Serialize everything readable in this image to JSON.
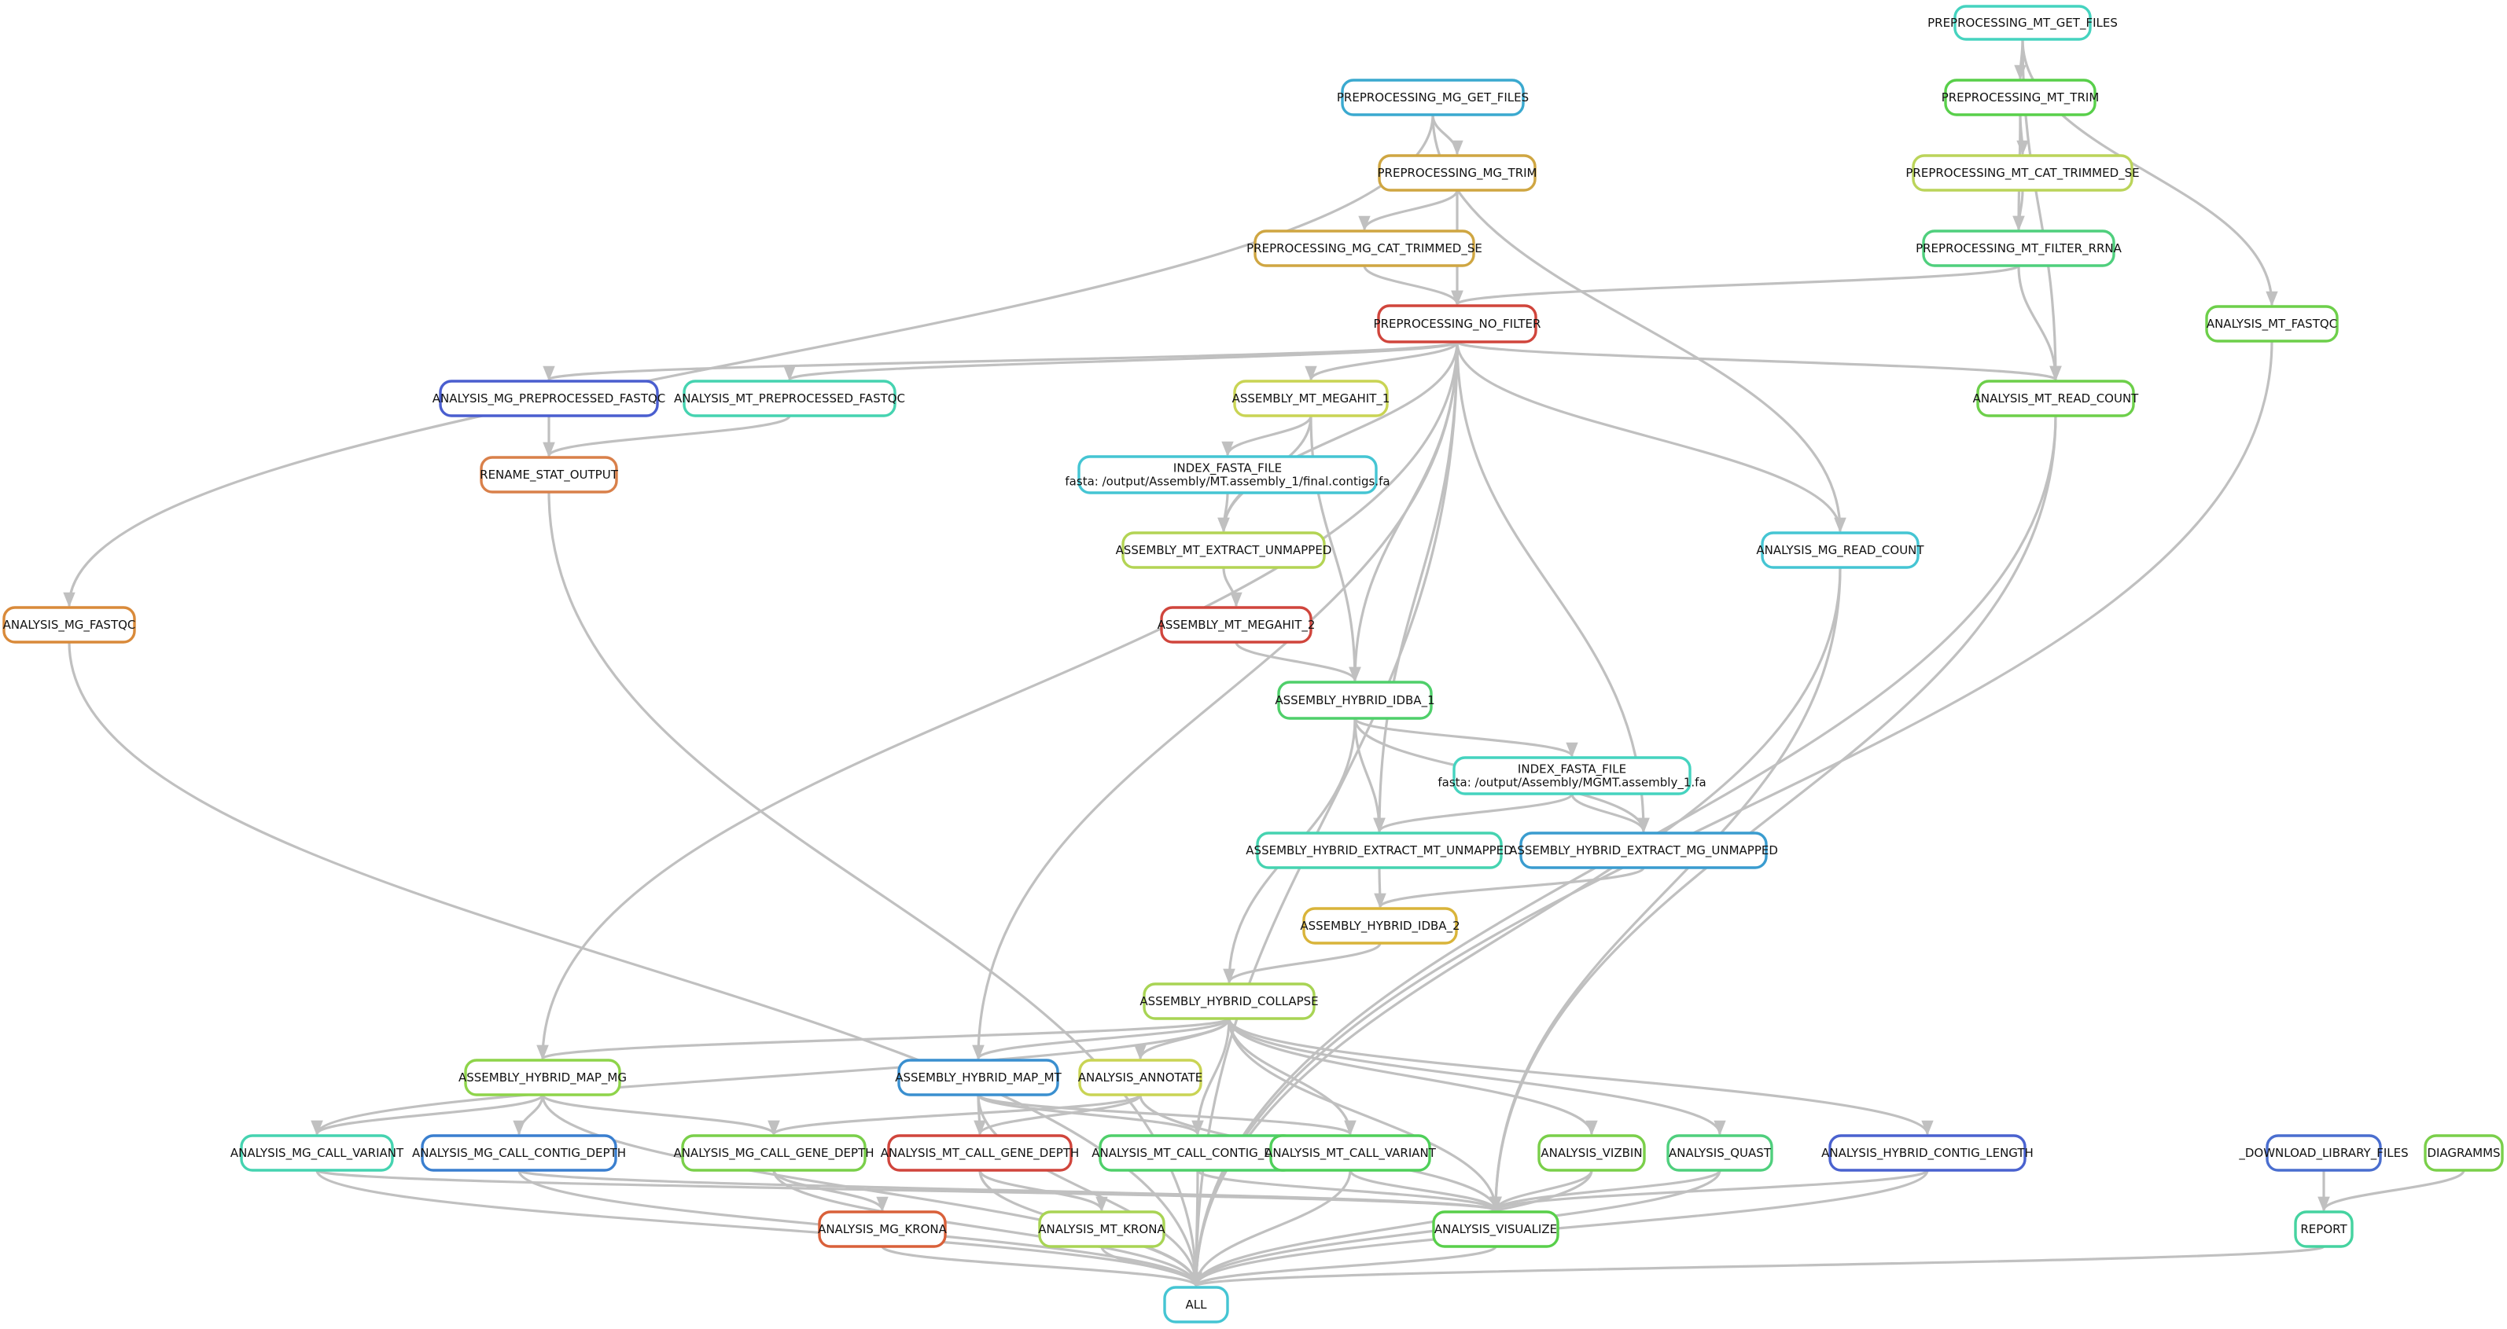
{
  "diagram": {
    "type": "workflow-dag",
    "nodes": [
      {
        "id": "pp_mt_get",
        "label": [
          "PREPROCESSING_MT_GET_FILES"
        ],
        "color": "#45d3bf"
      },
      {
        "id": "pp_mg_get",
        "label": [
          "PREPROCESSING_MG_GET_FILES"
        ],
        "color": "#3aa9cf"
      },
      {
        "id": "pp_mt_trim",
        "label": [
          "PREPROCESSING_MT_TRIM"
        ],
        "color": "#58cf4a"
      },
      {
        "id": "pp_mg_trim",
        "label": [
          "PREPROCESSING_MG_TRIM"
        ],
        "color": "#cfa642"
      },
      {
        "id": "pp_mt_cat",
        "label": [
          "PREPROCESSING_MT_CAT_TRIMMED_SE"
        ],
        "color": "#bbd45a"
      },
      {
        "id": "pp_mg_cat",
        "label": [
          "PREPROCESSING_MG_CAT_TRIMMED_SE"
        ],
        "color": "#cfa642"
      },
      {
        "id": "pp_mt_rrna",
        "label": [
          "PREPROCESSING_MT_FILTER_RRNA"
        ],
        "color": "#4fcf7d"
      },
      {
        "id": "pp_nofilter",
        "label": [
          "PREPROCESSING_NO_FILTER"
        ],
        "color": "#d0453c"
      },
      {
        "id": "an_mt_fastqc",
        "label": [
          "ANALYSIS_MT_FASTQC"
        ],
        "color": "#6dcf4a"
      },
      {
        "id": "an_mg_ppfastqc",
        "label": [
          "ANALYSIS_MG_PREPROCESSED_FASTQC"
        ],
        "color": "#4a5ecf"
      },
      {
        "id": "an_mt_ppfastqc",
        "label": [
          "ANALYSIS_MT_PREPROCESSED_FASTQC"
        ],
        "color": "#45d3b0"
      },
      {
        "id": "as_mt_megahit1",
        "label": [
          "ASSEMBLY_MT_MEGAHIT_1"
        ],
        "color": "#c9d454"
      },
      {
        "id": "an_mt_readcount",
        "label": [
          "ANALYSIS_MT_READ_COUNT"
        ],
        "color": "#6dcf4a"
      },
      {
        "id": "rename_stat",
        "label": [
          "RENAME_STAT_OUTPUT"
        ],
        "color": "#d9804a"
      },
      {
        "id": "index1",
        "label": [
          "INDEX_FASTA_FILE",
          "fasta: /output/Assembly/MT.assembly_1/final.contigs.fa"
        ],
        "color": "#45c5d3"
      },
      {
        "id": "an_mg_readcount",
        "label": [
          "ANALYSIS_MG_READ_COUNT"
        ],
        "color": "#45c5d3"
      },
      {
        "id": "as_mt_extract",
        "label": [
          "ASSEMBLY_MT_EXTRACT_UNMAPPED"
        ],
        "color": "#b3d454"
      },
      {
        "id": "an_mg_fastqc",
        "label": [
          "ANALYSIS_MG_FASTQC"
        ],
        "color": "#d98a3a"
      },
      {
        "id": "as_mt_megahit2",
        "label": [
          "ASSEMBLY_MT_MEGAHIT_2"
        ],
        "color": "#d0453c"
      },
      {
        "id": "as_hy_idba1",
        "label": [
          "ASSEMBLY_HYBRID_IDBA_1"
        ],
        "color": "#4fcf6a"
      },
      {
        "id": "index2",
        "label": [
          "INDEX_FASTA_FILE",
          "fasta: /output/Assembly/MGMT.assembly_1.fa"
        ],
        "color": "#45d3bf"
      },
      {
        "id": "as_hy_ext_mt",
        "label": [
          "ASSEMBLY_HYBRID_EXTRACT_MT_UNMAPPED"
        ],
        "color": "#45d3b0"
      },
      {
        "id": "as_hy_ext_mg",
        "label": [
          "ASSEMBLY_HYBRID_EXTRACT_MG_UNMAPPED"
        ],
        "color": "#3a9ccf"
      },
      {
        "id": "as_hy_idba2",
        "label": [
          "ASSEMBLY_HYBRID_IDBA_2"
        ],
        "color": "#d9b43a"
      },
      {
        "id": "as_hy_collapse",
        "label": [
          "ASSEMBLY_HYBRID_COLLAPSE"
        ],
        "color": "#a8d454"
      },
      {
        "id": "as_hy_map_mg",
        "label": [
          "ASSEMBLY_HYBRID_MAP_MG"
        ],
        "color": "#8ed44a"
      },
      {
        "id": "as_hy_map_mt",
        "label": [
          "ASSEMBLY_HYBRID_MAP_MT"
        ],
        "color": "#3a8fcf"
      },
      {
        "id": "an_annotate",
        "label": [
          "ANALYSIS_ANNOTATE"
        ],
        "color": "#c9d454"
      },
      {
        "id": "an_mg_callvar",
        "label": [
          "ANALYSIS_MG_CALL_VARIANT"
        ],
        "color": "#45d3b0"
      },
      {
        "id": "an_mg_contigdepth",
        "label": [
          "ANALYSIS_MG_CALL_CONTIG_DEPTH"
        ],
        "color": "#3a7fcf"
      },
      {
        "id": "an_mg_genedepth",
        "label": [
          "ANALYSIS_MG_CALL_GENE_DEPTH"
        ],
        "color": "#7acf4a"
      },
      {
        "id": "an_mt_genedepth",
        "label": [
          "ANALYSIS_MT_CALL_GENE_DEPTH"
        ],
        "color": "#d0453c"
      },
      {
        "id": "an_mt_contigdepth",
        "label": [
          "ANALYSIS_MT_CALL_CONTIG_DEPTH"
        ],
        "color": "#4fcf6a"
      },
      {
        "id": "an_mt_callvar",
        "label": [
          "ANALYSIS_MT_CALL_VARIANT"
        ],
        "color": "#4fcf5a"
      },
      {
        "id": "an_vizbin",
        "label": [
          "ANALYSIS_VIZBIN"
        ],
        "color": "#7acf4a"
      },
      {
        "id": "an_quast",
        "label": [
          "ANALYSIS_QUAST"
        ],
        "color": "#4fcf7d"
      },
      {
        "id": "an_hy_contiglen",
        "label": [
          "ANALYSIS_HYBRID_CONTIG_LENGTH"
        ],
        "color": "#4a62cf"
      },
      {
        "id": "dl_lib",
        "label": [
          "_DOWNLOAD_LIBRARY_FILES"
        ],
        "color": "#4a6ecf"
      },
      {
        "id": "diagrams",
        "label": [
          "DIAGRAMMS"
        ],
        "color": "#7acf4a"
      },
      {
        "id": "an_mg_krona",
        "label": [
          "ANALYSIS_MG_KRONA"
        ],
        "color": "#d9603a"
      },
      {
        "id": "an_mt_krona",
        "label": [
          "ANALYSIS_MT_KRONA"
        ],
        "color": "#a8d454"
      },
      {
        "id": "an_visualize",
        "label": [
          "ANALYSIS_VISUALIZE"
        ],
        "color": "#58cf4a"
      },
      {
        "id": "report",
        "label": [
          "REPORT"
        ],
        "color": "#45d3a0"
      },
      {
        "id": "all",
        "label": [
          "ALL"
        ],
        "color": "#45c5d3"
      }
    ],
    "edges": [
      [
        "pp_mt_get",
        "pp_mt_trim"
      ],
      [
        "pp_mt_get",
        "an_mt_readcount"
      ],
      [
        "pp_mt_get",
        "an_mt_fastqc"
      ],
      [
        "pp_mt_trim",
        "pp_mt_cat"
      ],
      [
        "pp_mt_trim",
        "pp_mt_rrna"
      ],
      [
        "pp_mt_cat",
        "pp_mt_rrna"
      ],
      [
        "pp_mt_rrna",
        "pp_nofilter"
      ],
      [
        "pp_mt_rrna",
        "an_mt_readcount"
      ],
      [
        "pp_mg_get",
        "pp_mg_trim"
      ],
      [
        "pp_mg_get",
        "an_mg_fastqc"
      ],
      [
        "pp_mg_get",
        "an_mg_readcount"
      ],
      [
        "pp_mg_trim",
        "pp_mg_cat"
      ],
      [
        "pp_mg_trim",
        "pp_nofilter"
      ],
      [
        "pp_mg_cat",
        "pp_nofilter"
      ],
      [
        "pp_nofilter",
        "an_mg_ppfastqc"
      ],
      [
        "pp_nofilter",
        "an_mt_ppfastqc"
      ],
      [
        "pp_nofilter",
        "as_mt_megahit1"
      ],
      [
        "pp_nofilter",
        "as_mt_extract"
      ],
      [
        "pp_nofilter",
        "as_hy_idba1"
      ],
      [
        "pp_nofilter",
        "as_hy_ext_mt"
      ],
      [
        "pp_nofilter",
        "as_hy_ext_mg"
      ],
      [
        "pp_nofilter",
        "an_mt_readcount"
      ],
      [
        "pp_nofilter",
        "an_mg_readcount"
      ],
      [
        "pp_nofilter",
        "as_hy_map_mg"
      ],
      [
        "pp_nofilter",
        "as_hy_map_mt"
      ],
      [
        "pp_nofilter",
        "all"
      ],
      [
        "an_mg_ppfastqc",
        "rename_stat"
      ],
      [
        "an_mt_ppfastqc",
        "rename_stat"
      ],
      [
        "rename_stat",
        "all"
      ],
      [
        "as_mt_megahit1",
        "index1"
      ],
      [
        "as_mt_megahit1",
        "as_mt_extract"
      ],
      [
        "as_mt_megahit1",
        "as_hy_idba1"
      ],
      [
        "index1",
        "as_mt_extract"
      ],
      [
        "as_mt_extract",
        "as_mt_megahit2"
      ],
      [
        "as_mt_megahit2",
        "as_hy_idba1"
      ],
      [
        "as_hy_idba1",
        "index2"
      ],
      [
        "as_hy_idba1",
        "as_hy_ext_mt"
      ],
      [
        "as_hy_idba1",
        "as_hy_ext_mg"
      ],
      [
        "as_hy_idba1",
        "as_hy_collapse"
      ],
      [
        "index2",
        "as_hy_ext_mt"
      ],
      [
        "index2",
        "as_hy_ext_mg"
      ],
      [
        "as_hy_ext_mt",
        "as_hy_idba2"
      ],
      [
        "as_hy_ext_mg",
        "as_hy_idba2"
      ],
      [
        "as_hy_idba2",
        "as_hy_collapse"
      ],
      [
        "as_hy_collapse",
        "as_hy_map_mg"
      ],
      [
        "as_hy_collapse",
        "as_hy_map_mt"
      ],
      [
        "as_hy_collapse",
        "an_annotate"
      ],
      [
        "as_hy_collapse",
        "an_mg_callvar"
      ],
      [
        "as_hy_collapse",
        "an_mt_contigdepth"
      ],
      [
        "as_hy_collapse",
        "an_mt_callvar"
      ],
      [
        "as_hy_collapse",
        "an_vizbin"
      ],
      [
        "as_hy_collapse",
        "an_quast"
      ],
      [
        "as_hy_collapse",
        "an_hy_contiglen"
      ],
      [
        "as_hy_collapse",
        "an_visualize"
      ],
      [
        "as_hy_map_mg",
        "an_mg_callvar"
      ],
      [
        "as_hy_map_mg",
        "an_mg_contigdepth"
      ],
      [
        "as_hy_map_mg",
        "an_mg_genedepth"
      ],
      [
        "as_hy_map_mg",
        "all"
      ],
      [
        "as_hy_map_mt",
        "an_mt_genedepth"
      ],
      [
        "as_hy_map_mt",
        "an_mt_contigdepth"
      ],
      [
        "as_hy_map_mt",
        "an_mt_callvar"
      ],
      [
        "as_hy_map_mt",
        "all"
      ],
      [
        "an_annotate",
        "an_mg_genedepth"
      ],
      [
        "an_annotate",
        "an_mt_genedepth"
      ],
      [
        "an_annotate",
        "an_visualize"
      ],
      [
        "an_mg_callvar",
        "all"
      ],
      [
        "an_mg_callvar",
        "an_visualize"
      ],
      [
        "an_mg_contigdepth",
        "all"
      ],
      [
        "an_mg_contigdepth",
        "an_visualize"
      ],
      [
        "an_mg_genedepth",
        "an_mg_krona"
      ],
      [
        "an_mg_genedepth",
        "all"
      ],
      [
        "an_mt_genedepth",
        "an_mt_krona"
      ],
      [
        "an_mt_genedepth",
        "all"
      ],
      [
        "an_mt_contigdepth",
        "all"
      ],
      [
        "an_mt_contigdepth",
        "an_visualize"
      ],
      [
        "an_mt_callvar",
        "all"
      ],
      [
        "an_mt_callvar",
        "an_visualize"
      ],
      [
        "an_vizbin",
        "an_visualize"
      ],
      [
        "an_vizbin",
        "all"
      ],
      [
        "an_quast",
        "an_visualize"
      ],
      [
        "an_quast",
        "all"
      ],
      [
        "an_hy_contiglen",
        "an_visualize"
      ],
      [
        "an_hy_contiglen",
        "all"
      ],
      [
        "an_mg_krona",
        "all"
      ],
      [
        "an_mt_krona",
        "all"
      ],
      [
        "an_visualize",
        "all"
      ],
      [
        "an_mg_readcount",
        "an_visualize"
      ],
      [
        "an_mg_readcount",
        "all"
      ],
      [
        "an_mt_readcount",
        "an_visualize"
      ],
      [
        "an_mt_readcount",
        "all"
      ],
      [
        "an_mg_fastqc",
        "all"
      ],
      [
        "an_mt_fastqc",
        "all"
      ],
      [
        "dl_lib",
        "report"
      ],
      [
        "diagrams",
        "report"
      ],
      [
        "report",
        "all"
      ]
    ]
  }
}
